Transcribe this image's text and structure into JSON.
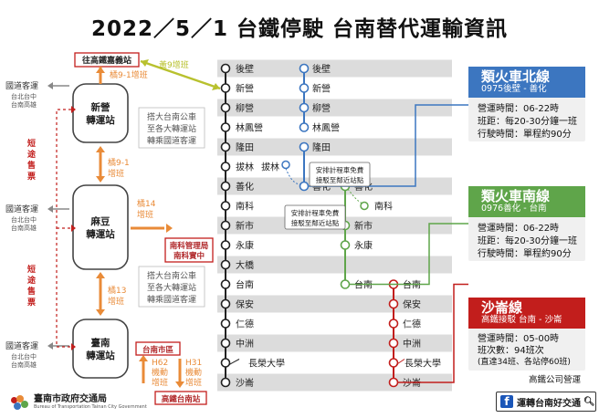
{
  "title": "2022／5／1  台鐵停駛  台南替代運輸資訊",
  "colors": {
    "blue": "#3c76c0",
    "green": "#5fa54a",
    "red": "#c21e1c",
    "orange": "#e98b38",
    "yellowgreen": "#b8c12e",
    "darkred": "#b0282a",
    "band": "#dcdcdc",
    "panelbg": "#f0f0f0"
  },
  "stations_main": [
    "後壁",
    "新營",
    "柳營",
    "林鳳營",
    "隆田",
    "拔林",
    "善化",
    "南科",
    "新市",
    "永康",
    "大橋",
    "台南",
    "保安",
    "仁德",
    "中洲",
    "長榮大學",
    "沙崙"
  ],
  "blue_stations": [
    "後壁",
    "新營",
    "柳營",
    "林鳳營",
    "隆田",
    "拔林",
    "善化"
  ],
  "green_stations": [
    "善化",
    "南科",
    "新市",
    "永康",
    "台南"
  ],
  "red_stations": [
    "台南",
    "保安",
    "仁德",
    "中洲",
    "長榮大學",
    "沙崙"
  ],
  "transfers": [
    {
      "name": "新營\n轉運站",
      "icon": "transfer-hub-xinying"
    },
    {
      "name": "麻豆\n轉運站",
      "icon": "transfer-hub-madou"
    },
    {
      "name": "臺南\n轉運站",
      "icon": "transfer-hub-tainan"
    }
  ],
  "left_labels": [
    {
      "title": "國道客運",
      "lines": [
        "台北台中",
        "台南高雄"
      ]
    },
    {
      "title": "國道客運",
      "lines": [
        "台北台中",
        "台南高雄"
      ]
    },
    {
      "title": "國道客運",
      "lines": [
        "台北台中",
        "台南高雄"
      ]
    }
  ],
  "short_ticket": [
    "短",
    "途",
    "售",
    "票"
  ],
  "short_ticket_2": [
    "短",
    "途",
    "售",
    "票"
  ],
  "route_labels": {
    "top_box": "往高鐵嘉義站",
    "yellow_route": "黃9增班",
    "orange_9_1a": "橘9-1增班",
    "orange_9_1b_l1": "橘9-1",
    "orange_9_1b_l2": "增班",
    "orange_14_l1": "橘14",
    "orange_14_l2": "增班",
    "nanke_box_l1": "南科管理局",
    "nanke_box_l2": "南科實中",
    "orange_13_l1": "橘13",
    "orange_13_l2": "增班",
    "tainan_city_box": "台南市區",
    "h62_l1": "H62",
    "h62_l2": "機動",
    "h62_l3": "增班",
    "h31_l1": "H31",
    "h31_l2": "機動",
    "h31_l3": "增班",
    "hsr_tainan_box": "高鐵台南站"
  },
  "notes": {
    "bus_note_1": [
      "搭大台南公車",
      "至各大轉運站",
      "轉乘國道客運"
    ],
    "bus_note_2": [
      "搭大台南公車",
      "至各大轉運站",
      "轉乘國道客運"
    ],
    "taxi_note_1": [
      "安排計程車免費",
      "接駁至鄰近站點"
    ],
    "taxi_note_2": [
      "安排計程車免費",
      "接駁至鄰近站點"
    ]
  },
  "panels": {
    "north": {
      "name": "類火車北線",
      "sub": "0975後壁 - 善化",
      "rows": [
        "營運時間：06-22時",
        "班距：每20-30分鐘一班",
        "行駛時間：單程約90分"
      ]
    },
    "south": {
      "name": "類火車南線",
      "sub": "0976善化 - 台南",
      "rows": [
        "營運時間：06-22時",
        "班距：每20-30分鐘一班",
        "行駛時間：單程約90分"
      ]
    },
    "shalun": {
      "name": "沙崙線",
      "sub": "高鐵接駁  台南 - 沙崙",
      "rows": [
        "營運時間：05-00時",
        "班次數：94班次",
        "(直達34班、各站停60班)"
      ]
    }
  },
  "credit": "高鐵公司營運",
  "fb_label": "運轉台南好交通",
  "logo_big": "臺南市政府交通局",
  "logo_small": "Bureau of Transportation Tainan City Government"
}
